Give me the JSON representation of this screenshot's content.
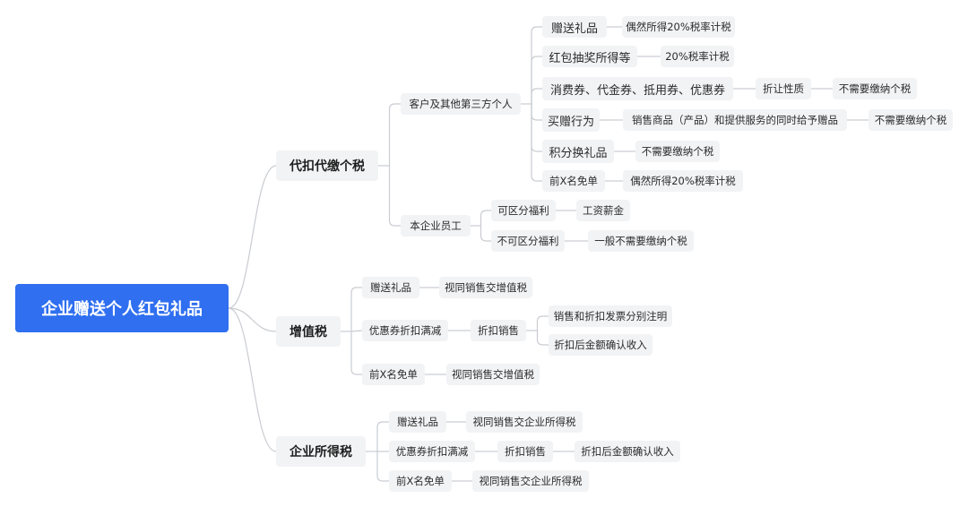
{
  "root": {
    "label": "企业赠送个人红包礼品"
  },
  "branches": {
    "withholding": {
      "label": "代扣代缴个税",
      "third_party": {
        "label": "客户及其他第三方个人",
        "gift": {
          "label": "赠送礼品",
          "result": "偶然所得20%税率计税"
        },
        "red_packet": {
          "label": "红包抽奖所得等",
          "result": "20%税率计税"
        },
        "coupons": {
          "label": "消费券、代金券、抵用券、优惠券",
          "nature": "折让性质",
          "result": "不需要缴纳个税"
        },
        "buy_gift": {
          "label": "买赠行为",
          "detail": "销售商品（产品）和提供服务的同时给予赠品",
          "result": "不需要缴纳个税"
        },
        "points": {
          "label": "积分换礼品",
          "result": "不需要缴纳个税"
        },
        "free_first": {
          "label": "前X名免单",
          "result": "偶然所得20%税率计税"
        }
      },
      "employee": {
        "label": "本企业员工",
        "separable": {
          "label": "可区分福利",
          "result": "工资薪金"
        },
        "inseparable": {
          "label": "不可区分福利",
          "result": "一般不需要缴纳个税"
        }
      }
    },
    "vat": {
      "label": "增值税",
      "gift": {
        "label": "赠送礼品",
        "result": "视同销售交增值税"
      },
      "coupon": {
        "label": "优惠券折扣满减",
        "discount": "折扣销售",
        "sub1": "销售和折扣发票分别注明",
        "sub2": "折扣后金额确认收入"
      },
      "free_first": {
        "label": "前X名免单",
        "result": "视同销售交增值税"
      }
    },
    "cit": {
      "label": "企业所得税",
      "gift": {
        "label": "赠送礼品",
        "result": "视同销售交企业所得税"
      },
      "coupon": {
        "label": "优惠券折扣满减",
        "discount": "折扣销售",
        "result": "折扣后金额确认收入"
      },
      "free_first": {
        "label": "前X名免单",
        "result": "视同销售交企业所得税"
      }
    }
  }
}
